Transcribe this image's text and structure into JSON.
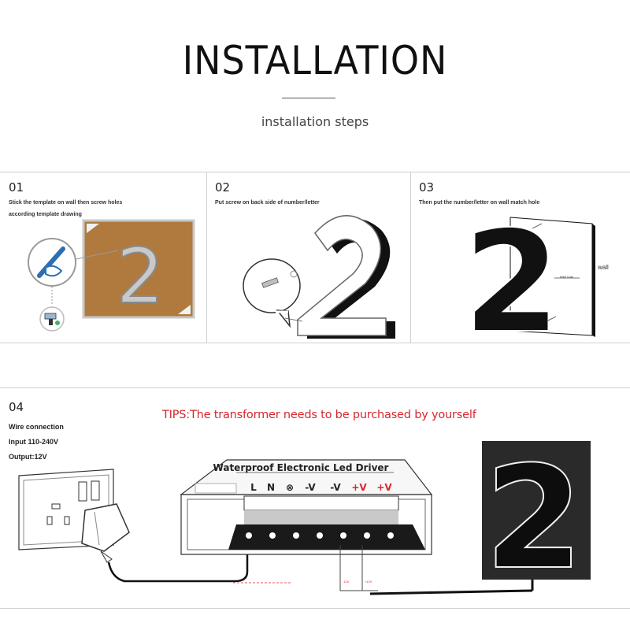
{
  "header": {
    "title": "INSTALLATION",
    "subtitle": "installation steps"
  },
  "steps": [
    {
      "number": "01",
      "lines": [
        "Stick the template on wall then screw holes",
        "according template drawing"
      ]
    },
    {
      "number": "02",
      "lines": [
        "Put screw on back side of number/letter"
      ]
    },
    {
      "number": "03",
      "lines": [
        "Then put the number/letter on wall match hole"
      ],
      "wall_label": "wall",
      "hole_label": "Wire hole"
    },
    {
      "number": "04",
      "lines": [
        "Wire connection",
        "Input 110-240V",
        "Output:12V"
      ]
    }
  ],
  "tips": "TIPS:The transformer needs to be purchased by yourself",
  "driver": {
    "label": "Waterproof Electronic Led Driver",
    "terminals": [
      {
        "text": "L",
        "color": "#222222"
      },
      {
        "text": "N",
        "color": "#222222"
      },
      {
        "text": "⊗",
        "color": "#222222"
      },
      {
        "text": "-V",
        "color": "#222222"
      },
      {
        "text": "-V",
        "color": "#222222"
      },
      {
        "text": "+V",
        "color": "#d6272f"
      },
      {
        "text": "+V",
        "color": "#d6272f"
      }
    ],
    "wire_neg_label": "-12V",
    "wire_pos_label": "+12V"
  },
  "sign_digit": "2",
  "colors": {
    "tips": "#d6272f",
    "cork": "#b07a3e",
    "dark": "#1a1a1a"
  }
}
